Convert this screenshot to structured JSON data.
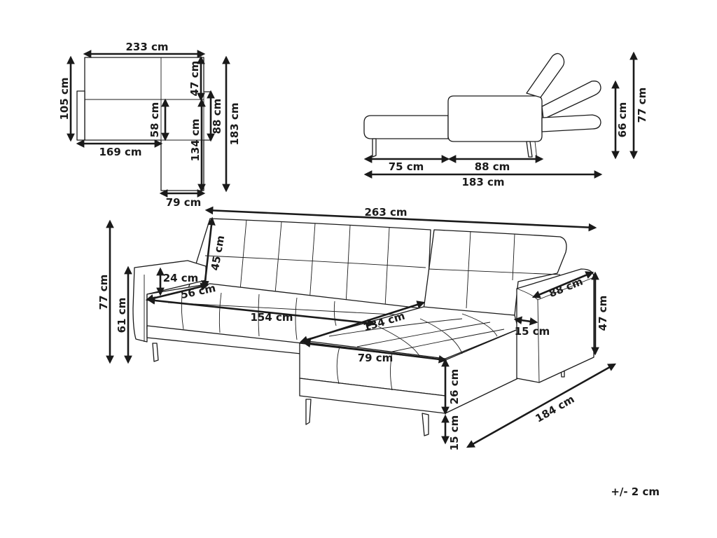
{
  "tolerance": "+/- 2 cm",
  "top_view": {
    "width_total": "233 cm",
    "depth_left": "105 cm",
    "back_depth": "47 cm",
    "seat_depth": "58 cm",
    "inner_length": "169 cm",
    "chaise_inner": "134 cm",
    "chaise_mid": "88 cm",
    "chaise_total": "183 cm",
    "chaise_width": "79 cm"
  },
  "side_view": {
    "seat_part": "75 cm",
    "bed_part": "88 cm",
    "total_length": "183 cm",
    "back_height_low": "66 cm",
    "back_height_high": "77 cm"
  },
  "main_view": {
    "length_total": "263 cm",
    "height_total": "77 cm",
    "arm_height": "61 cm",
    "backrest_height": "45 cm",
    "arm_above_seat": "24 cm",
    "seat_depth": "56 cm",
    "seat_width": "154 cm",
    "chaise_length": "134 cm",
    "chaise_width": "79 cm",
    "leg_height": "15 cm",
    "seat_height": "26 cm",
    "foot_height": "15 cm",
    "arm_depth": "88 cm",
    "arm_height_right": "47 cm",
    "chaise_depth": "184 cm"
  }
}
